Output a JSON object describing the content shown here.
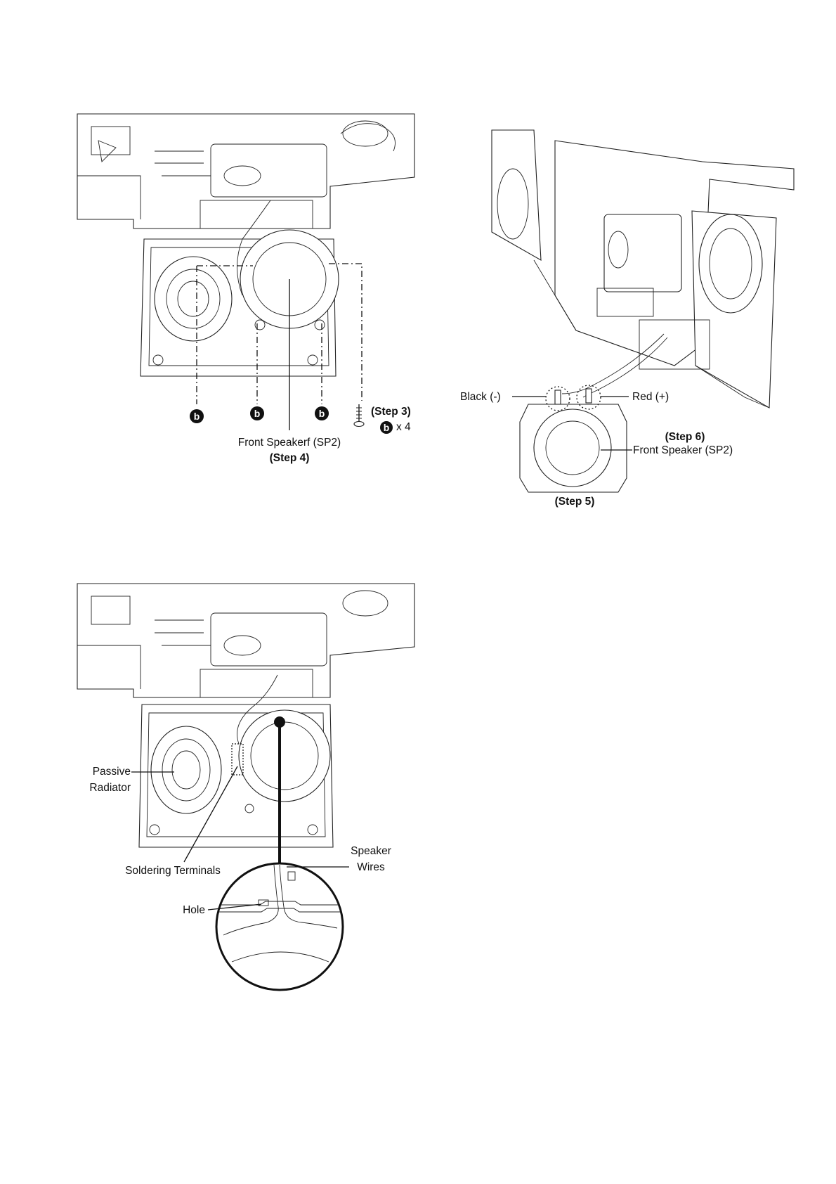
{
  "figure1": {
    "step3_label": "(Step 3)",
    "screw_marker": "b",
    "screw_count": "x 4",
    "speaker_label": "Front Speakerf (SP2)",
    "step4_label": "(Step 4)"
  },
  "figure2": {
    "black_label": "Black (-)",
    "red_label": "Red (+)",
    "step6_label": "(Step 6)",
    "speaker_label": "Front Speaker  (SP2)",
    "step5_label": "(Step 5)"
  },
  "figure3": {
    "passive_label_1": "Passive",
    "passive_label_2": "Radiator",
    "soldering_label": "Soldering Terminals",
    "speaker_wires_1": "Speaker",
    "speaker_wires_2": "Wires",
    "hole_label": "Hole"
  }
}
